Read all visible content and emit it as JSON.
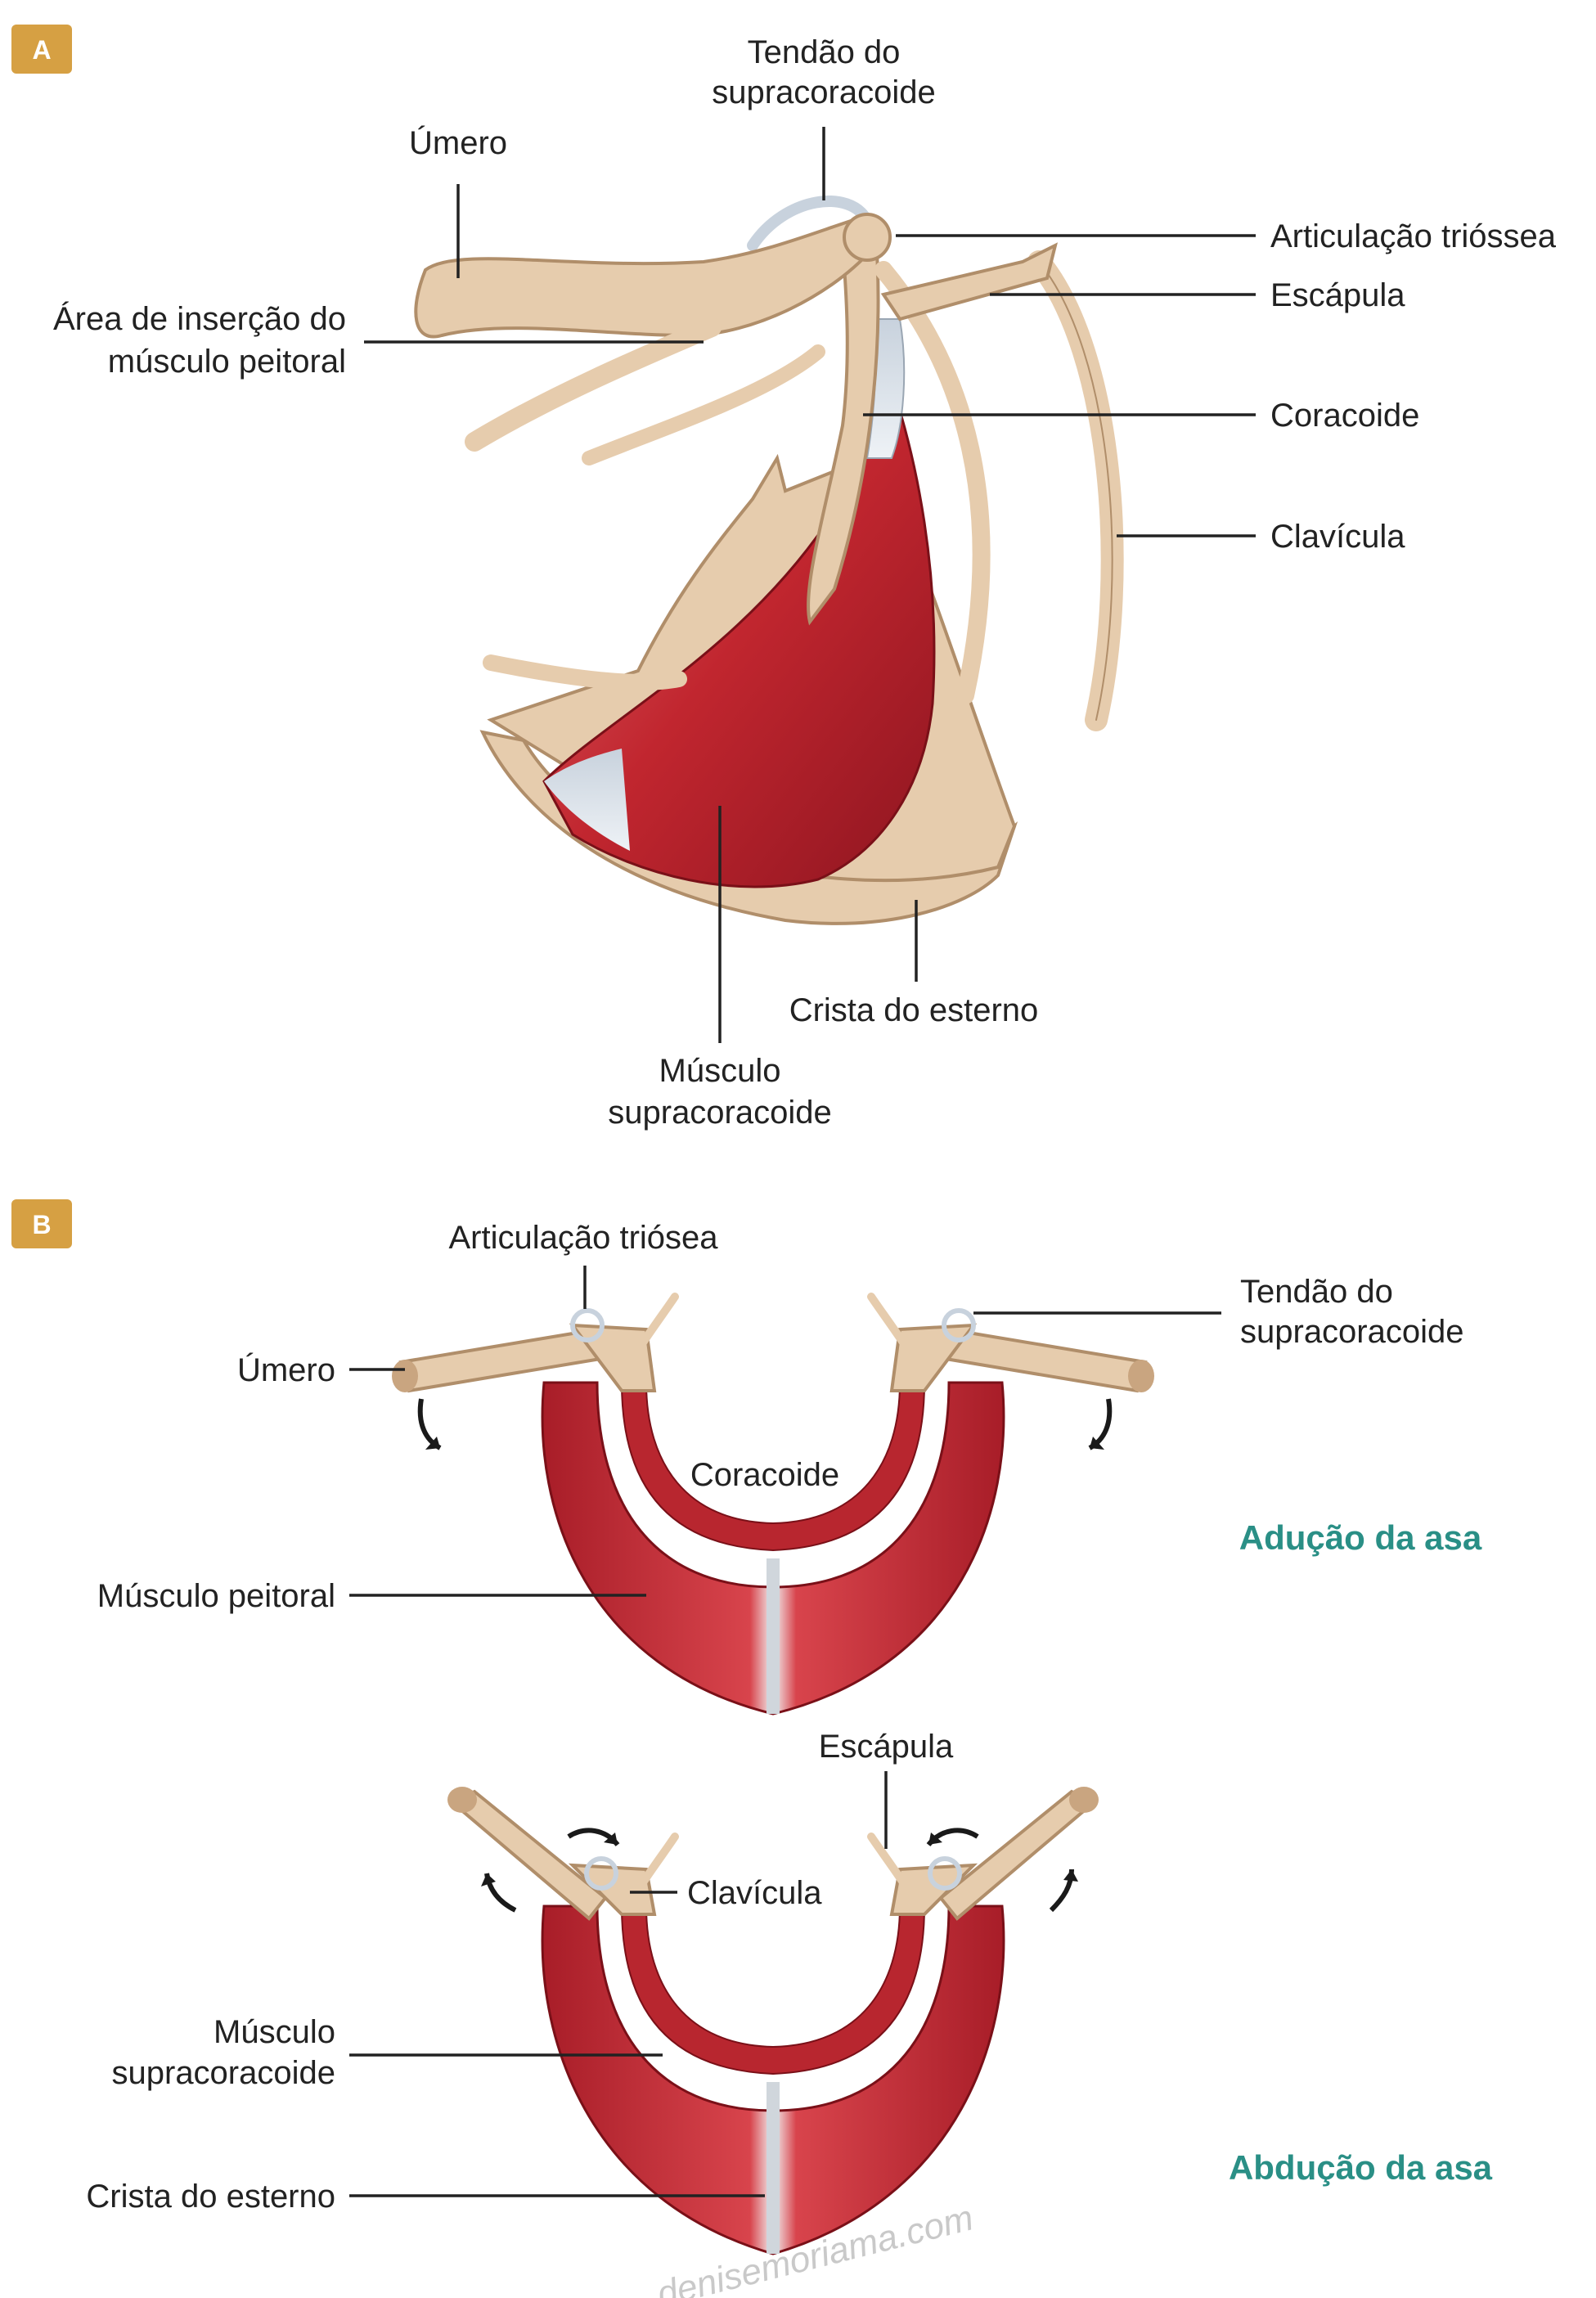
{
  "panel_a": {
    "badge": "A",
    "labels": {
      "tendao_l1": "Tendão do",
      "tendao_l2": "supracoracoide",
      "umero": "Úmero",
      "area_l1": "Área de inserção do",
      "area_l2": "músculo peitoral",
      "articulacao": "Articulação trióssea",
      "escapula": "Escápula",
      "coracoide": "Coracoide",
      "clavicula": "Clavícula",
      "crista": "Crista do esterno",
      "musculo_l1": "Músculo",
      "musculo_l2": "supracoracoide"
    }
  },
  "panel_b": {
    "badge": "B",
    "top": {
      "articulacao": "Articulação triósea",
      "tendao_l1": "Tendão do",
      "tendao_l2": "supracoracoide",
      "umero": "Úmero",
      "coracoide": "Coracoide",
      "caption": "Adução da asa",
      "peitoral": "Músculo peitoral"
    },
    "bottom": {
      "escapula": "Escápula",
      "clavicula": "Clavícula",
      "musculo_l1": "Músculo",
      "musculo_l2": "supracoracoide",
      "caption": "Abdução da asa",
      "crista": "Crista do esterno"
    }
  },
  "watermark": "denisemoriama.com",
  "colors": {
    "badge": "#d6a043",
    "caption": "#2a8f86",
    "muscle": "#c0303a",
    "bone": "#e6ccad",
    "tendon": "#dde3ea"
  }
}
